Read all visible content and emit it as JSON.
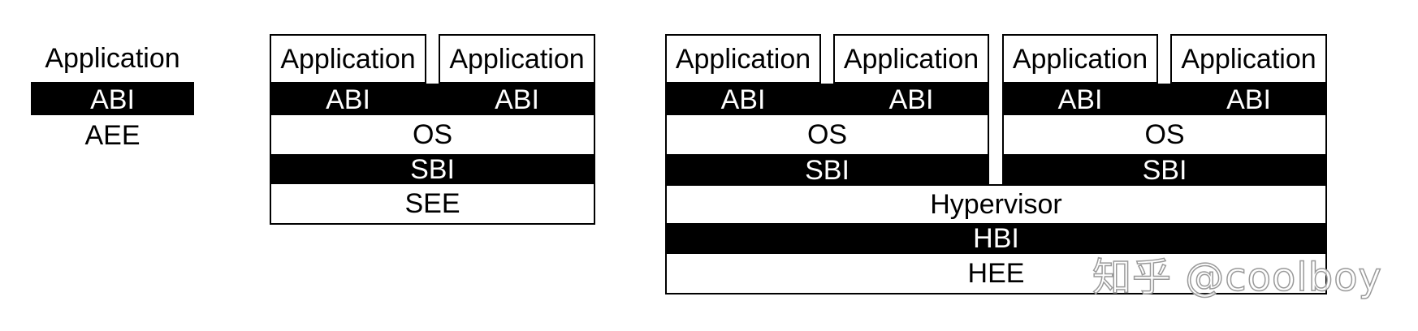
{
  "stack_a": {
    "application": "Application",
    "abi": "ABI",
    "aee": "AEE"
  },
  "stack_b": {
    "applications": [
      "Application",
      "Application"
    ],
    "abis": [
      "ABI",
      "ABI"
    ],
    "os": "OS",
    "sbi": "SBI",
    "see": "SEE"
  },
  "stack_c": {
    "applications": [
      "Application",
      "Application",
      "Application",
      "Application"
    ],
    "abis": [
      "ABI",
      "ABI",
      "ABI",
      "ABI"
    ],
    "os": [
      "OS",
      "OS"
    ],
    "sbi": [
      "SBI",
      "SBI"
    ],
    "hypervisor": "Hypervisor",
    "hbi": "HBI",
    "hee": "HEE"
  },
  "watermark": "知乎 @coolboy"
}
